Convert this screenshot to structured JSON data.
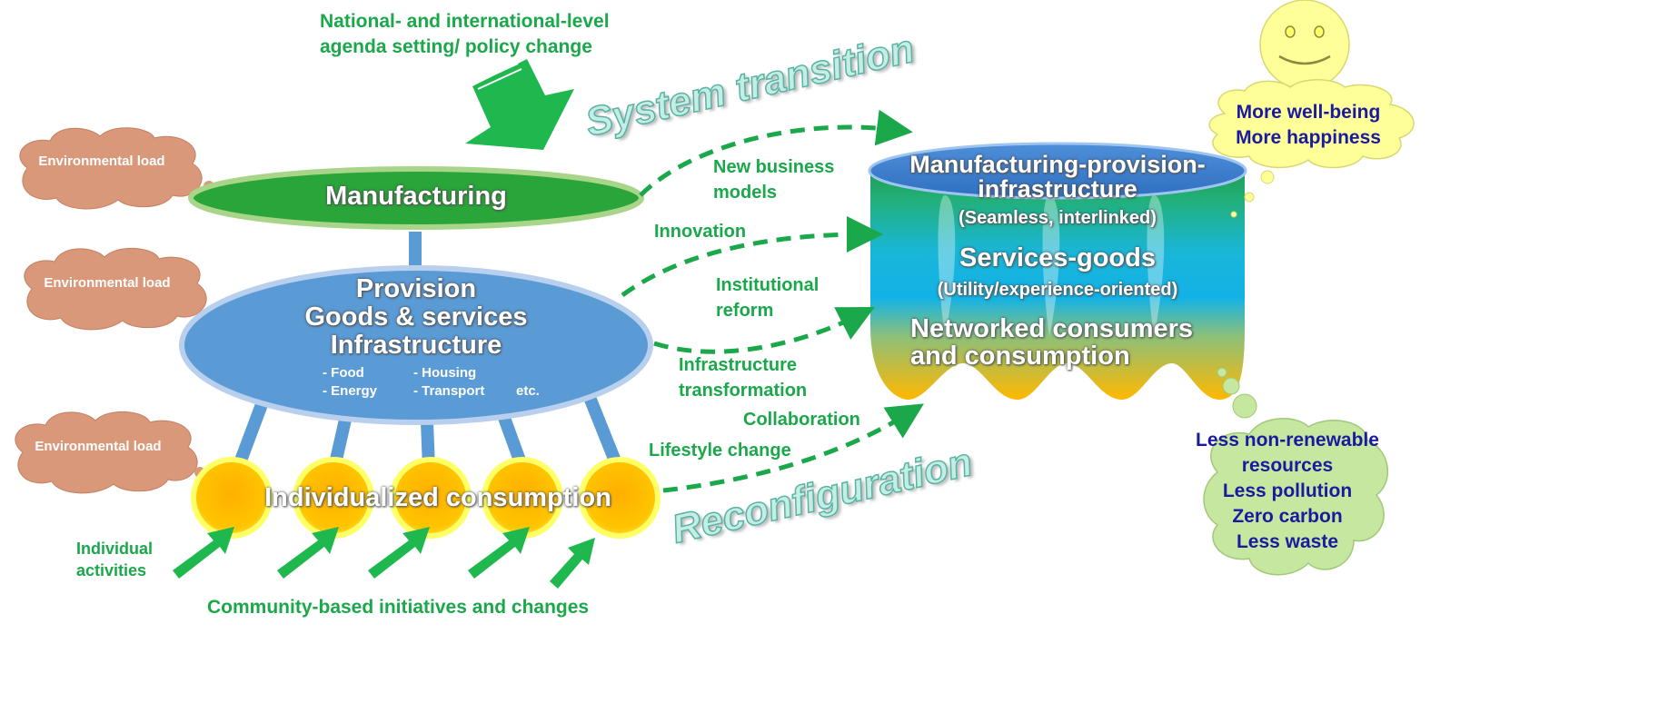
{
  "top_agenda": [
    "National- and international-level",
    "agenda setting/ policy change"
  ],
  "system_transition": "System transition",
  "reconfiguration": "Reconfiguration",
  "environmental_load": "Environmental load",
  "manufacturing": "Manufacturing",
  "provision": {
    "lines": [
      "Provision",
      "Goods & services",
      "Infrastructure"
    ],
    "items": [
      "- Food",
      "- Housing",
      "- Energy",
      "- Transport",
      "etc."
    ]
  },
  "individualized_consumption": "Individualized consumption",
  "individual_activities": [
    "Individual",
    "activities"
  ],
  "community": "Community-based initiatives and changes",
  "drivers": {
    "new_business_models": [
      "New business",
      "models"
    ],
    "innovation": "Innovation",
    "institutional_reform": [
      "Institutional",
      "reform"
    ],
    "infrastructure_transformation": [
      "Infrastructure",
      "transformation"
    ],
    "collaboration": "Collaboration",
    "lifestyle_change": "Lifestyle change"
  },
  "future": {
    "mpi_title": [
      "Manufacturing-provision-",
      "infrastructure"
    ],
    "mpi_sub": "(Seamless, interlinked)",
    "services_goods": "Services-goods",
    "services_sub": "(Utility/experience-oriented)",
    "networked": [
      "Networked consumers",
      "and consumption"
    ]
  },
  "wellbeing": [
    "More well-being",
    "More happiness"
  ],
  "less": [
    "Less non-renewable",
    "resources",
    "Less pollution",
    "Zero carbon",
    "Less waste"
  ],
  "colors": {
    "green_text": "#1aa84a",
    "blue_text": "#1a1aa0",
    "cloud": "#d9987a",
    "manufacturing": "#2aa53a",
    "provision": "#5b9bd5",
    "consumption": "#ffc000",
    "wellbeing_cloud": "#ffff99",
    "less_cloud": "#c6e7a0"
  }
}
